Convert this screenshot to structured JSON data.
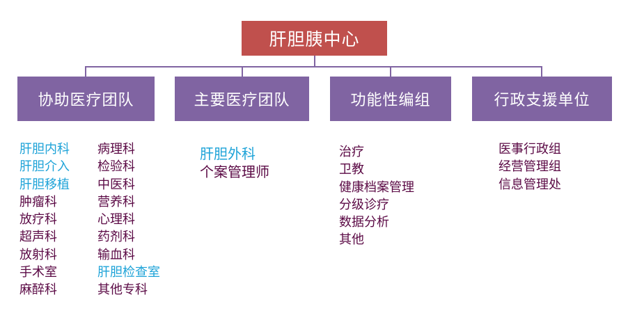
{
  "root": {
    "label": "肝胆胰中心",
    "color": "#c0504d"
  },
  "connector_color": "#8064a2",
  "teams": [
    {
      "label": "协助医疗团队",
      "columns": [
        [
          {
            "text": "肝胆内科",
            "highlight": true
          },
          {
            "text": "肝胆介入",
            "highlight": true
          },
          {
            "text": "肝胆移植",
            "highlight": true
          },
          {
            "text": "肿瘤科",
            "highlight": false
          },
          {
            "text": "放疗科",
            "highlight": false
          },
          {
            "text": "超声科",
            "highlight": false
          },
          {
            "text": "放射科",
            "highlight": false
          },
          {
            "text": "手术室",
            "highlight": false
          },
          {
            "text": "麻醉科",
            "highlight": false
          }
        ],
        [
          {
            "text": "病理科",
            "highlight": false
          },
          {
            "text": "检验科",
            "highlight": false
          },
          {
            "text": "中医科",
            "highlight": false
          },
          {
            "text": "营养科",
            "highlight": false
          },
          {
            "text": "心理科",
            "highlight": false
          },
          {
            "text": "药剂科",
            "highlight": false
          },
          {
            "text": "输血科",
            "highlight": false
          },
          {
            "text": "肝胆检查室",
            "highlight": true
          },
          {
            "text": "其他专科",
            "highlight": false
          }
        ]
      ]
    },
    {
      "label": "主要医疗团队",
      "columns": [
        [
          {
            "text": "肝胆外科",
            "highlight": true
          },
          {
            "text": "个案管理师",
            "highlight": false
          }
        ]
      ]
    },
    {
      "label": "功能性编组",
      "columns": [
        [
          {
            "text": "治疗",
            "highlight": false
          },
          {
            "text": "卫教",
            "highlight": false
          },
          {
            "text": "健康档案管理",
            "highlight": false
          },
          {
            "text": "分级诊疗",
            "highlight": false
          },
          {
            "text": "数据分析",
            "highlight": false
          },
          {
            "text": "其他",
            "highlight": false
          }
        ]
      ]
    },
    {
      "label": "行政支援单位",
      "columns": [
        [
          {
            "text": "医事行政组",
            "highlight": false
          },
          {
            "text": "经营管理组",
            "highlight": false
          },
          {
            "text": "信息管理处",
            "highlight": false
          }
        ]
      ]
    }
  ],
  "colors": {
    "team_box": "#8064a2",
    "text_default": "#5b0a45",
    "text_highlight": "#1ea3d8"
  }
}
